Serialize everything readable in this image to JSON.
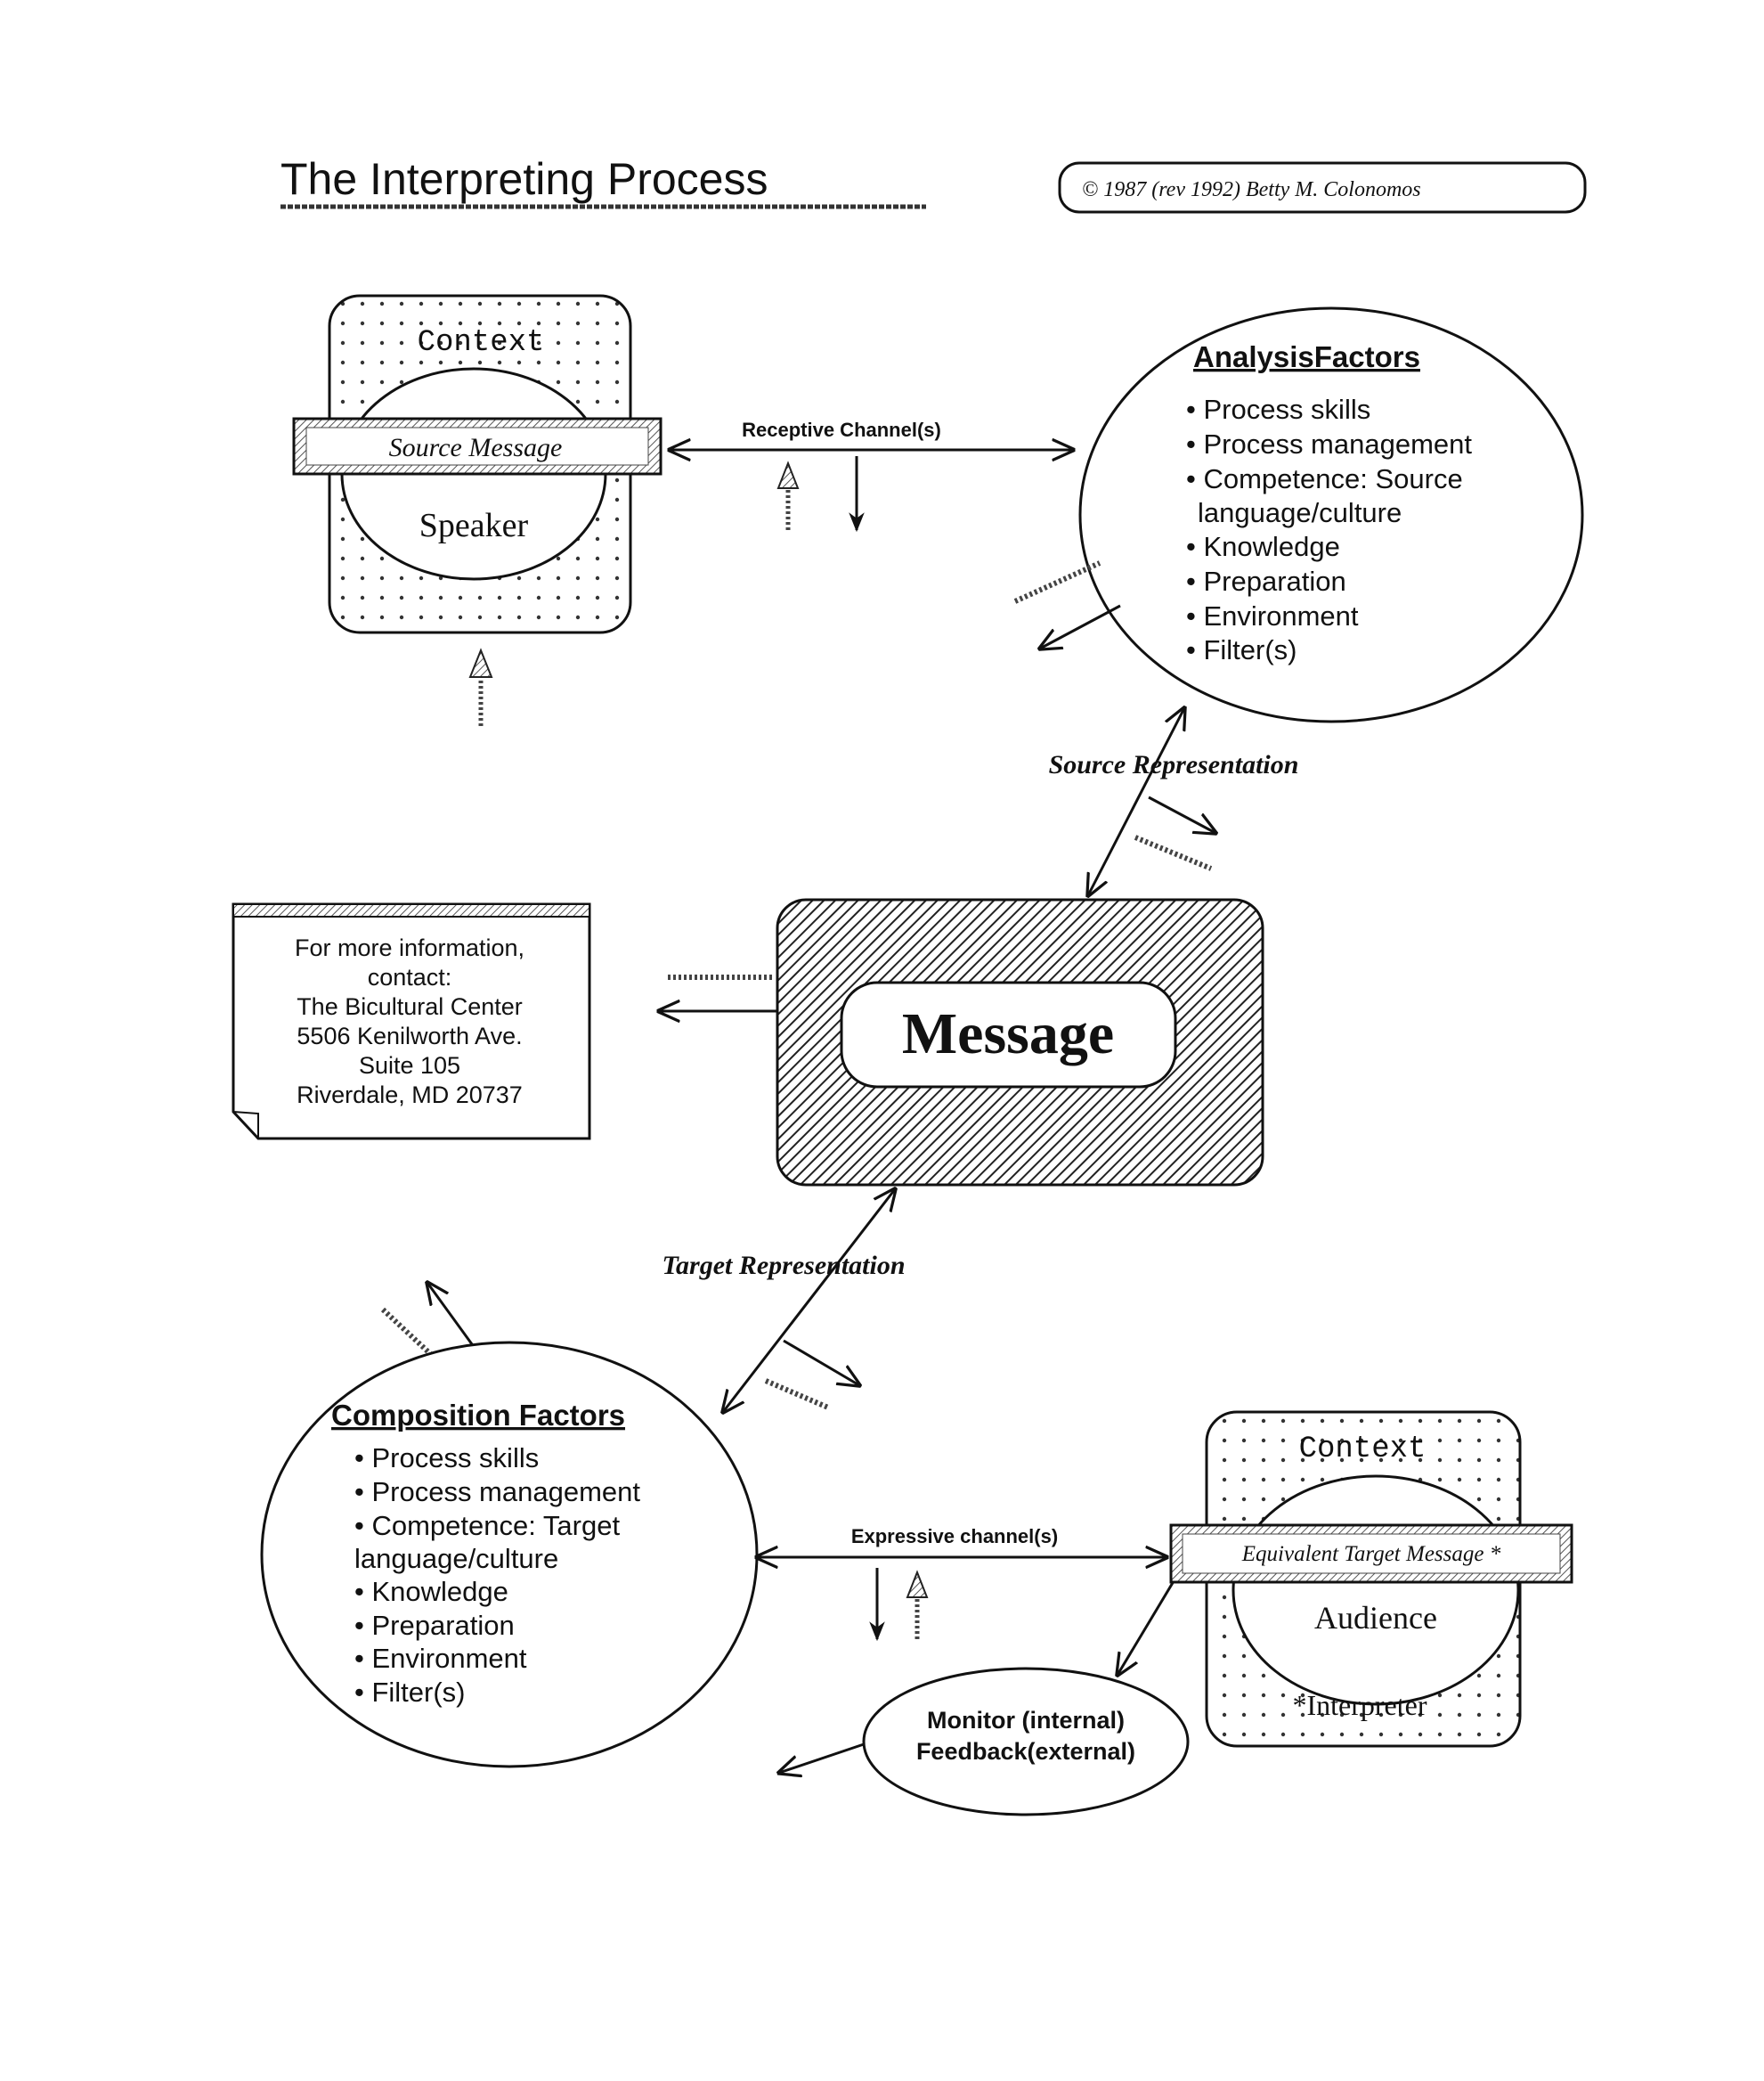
{
  "title": "The Interpreting Process",
  "copyright": "© 1987 (rev 1992) Betty M. Colonomos",
  "speaker_block": {
    "context_label": "Context",
    "message_label": "Source Message",
    "person_label": "Speaker"
  },
  "receptive_channel_label": "Receptive Channel(s)",
  "analysis": {
    "heading": "AnalysisFactors",
    "items": [
      "• Process skills",
      "• Process management",
      "• Competence: Source",
      "language/culture",
      "• Knowledge",
      "• Preparation",
      "• Environment",
      "• Filter(s)"
    ]
  },
  "source_representation_label": "Source Representation",
  "message_label": "Message",
  "contact": {
    "lines": [
      "For more information,",
      "contact:",
      "The Bicultural Center",
      "5506 Kenilworth Ave.",
      "Suite 105",
      "Riverdale, MD 20737"
    ]
  },
  "target_representation_label": "Target Representation",
  "composition": {
    "heading": "Composition Factors",
    "items": [
      "• Process skills",
      "• Process management",
      "• Competence: Target",
      "language/culture",
      "• Knowledge",
      "• Preparation",
      "• Environment",
      "• Filter(s)"
    ]
  },
  "expressive_channel_label": "Expressive channel(s)",
  "audience_block": {
    "context_label": "Context",
    "message_label": "Equivalent Target Message *",
    "person_label": "Audience",
    "note_label": "*Interpreter"
  },
  "monitor": {
    "line1": "Monitor  (internal)",
    "line2": "Feedback(external)"
  }
}
